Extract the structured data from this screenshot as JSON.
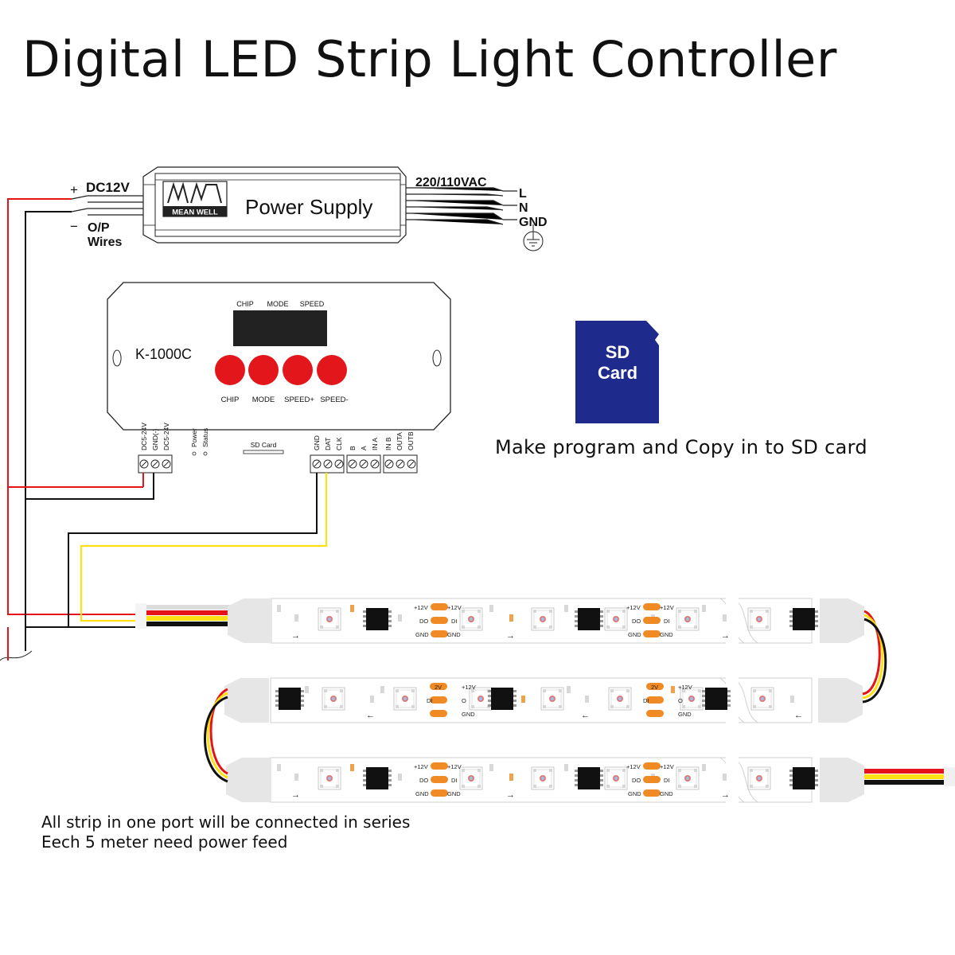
{
  "title": "Digital LED Strip Light Controller",
  "power_supply": {
    "label": "Power Supply",
    "logo_text": "MEAN WELL",
    "dc_output": "DC12V",
    "plus": "+",
    "minus": "−",
    "op_wires": [
      "O/P",
      "Wires"
    ],
    "ac_input": "220/110VAC",
    "ac_terminals": [
      "L",
      "N",
      "GND"
    ]
  },
  "controller": {
    "model": "K-1000C",
    "display_labels": [
      "CHIP",
      "MODE",
      "SPEED"
    ],
    "button_labels": [
      "CHIP",
      "MODE",
      "SPEED+",
      "SPEED-"
    ],
    "button_color": "#e3161b",
    "power_terminals": [
      "DC5-24V",
      "GND(-)",
      "DC5-24V"
    ],
    "indicators": [
      "Power",
      "Status"
    ],
    "sd_slot": "SD Card",
    "port_terminals": [
      "GND",
      "DAT",
      "CLK",
      "B",
      "A",
      "IN A",
      "IN B",
      "OUTA",
      "OUTB"
    ]
  },
  "sd_card": {
    "lines": [
      "SD",
      "Card"
    ],
    "color": "#1f2b8c",
    "caption": "Make program and Copy in to SD card"
  },
  "strip": {
    "pad_labels": [
      "+12V",
      "DO",
      "DI",
      "GND"
    ],
    "pad_labels_reversed": [
      "2V",
      "+12V",
      "DI",
      "O",
      "GND"
    ],
    "arrow_forward": "→",
    "arrow_back": "←",
    "pad_color": "#f08a24"
  },
  "notes": [
    "All strip in one port will be connected in series",
    "Eech 5 meter need power feed"
  ],
  "wire_colors": {
    "red": "#e5141b",
    "black": "#111111",
    "yellow": "#ffe014"
  }
}
